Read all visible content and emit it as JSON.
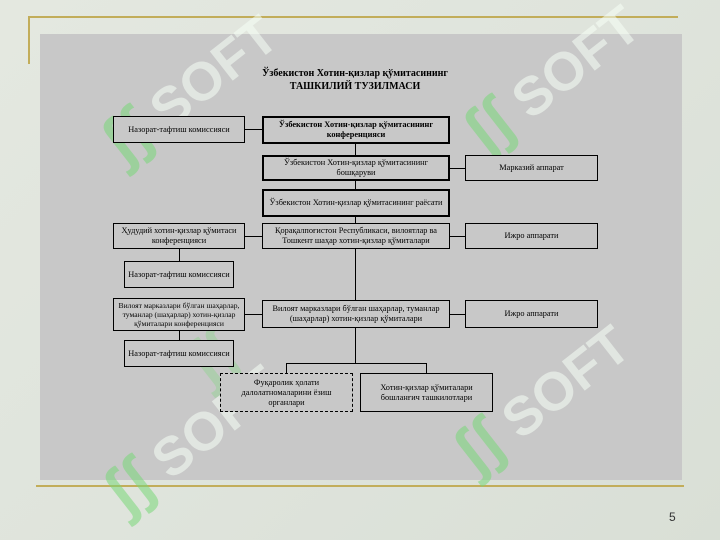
{
  "slide": {
    "title_line1": "Ўзбекистон Хотин-қизлар қўмитасининг",
    "title_line2": "ТАШКИЛИЙ ТУЗИЛМАСИ",
    "page_number": "5",
    "watermark_text": "SOFT",
    "colors": {
      "frame": "#c2ad5a",
      "panel": "#c8c8c8",
      "watermark": "#78d778"
    }
  },
  "boxes": {
    "audit_commission_top": "Назорат-тафтиш комиссияси",
    "conference": "Ўзбекистон Хотин-қизлар қўмитасининг конференцияси",
    "board": "Ўзбекистон Хотин-қизлар қўмитасининг бошқаруви",
    "central_apparatus": "Марказий аппарат",
    "chair": "Ўзбекистон Хотин-қизлар қўмитасининг раёсати",
    "regional_conference": "Ҳудудий хотин-қизлар қўмитаси конференцияси",
    "republic_committees": "Қорақалпоғистон Республикаси, вилоятлар ва Тошкент шаҳар хотин-қизлар қўмиталари",
    "executive_apparatus_1": "Ижро аппарати",
    "audit_commission_2": "Назорат-тафтиш комиссияси",
    "district_conference": "Вилоят марказлари бўлган шаҳарлар, туманлар (шаҳарлар) хотин-қизлар қўмиталари конференцияси",
    "district_committees": "Вилоят марказлари бўлган шаҳарлар, туманлар (шаҳарлар) хотин-қизлар қўмиталари",
    "executive_apparatus_2": "Ижро аппарати",
    "audit_commission_3": "Назорат-тафтиш комиссияси",
    "citizen_bodies": "Фуқаролик ҳолати далолатномаларини ёзиш органлари",
    "primary_organizations": "Хотин-қизлар қўмиталари бошланғич ташкилотлари"
  }
}
